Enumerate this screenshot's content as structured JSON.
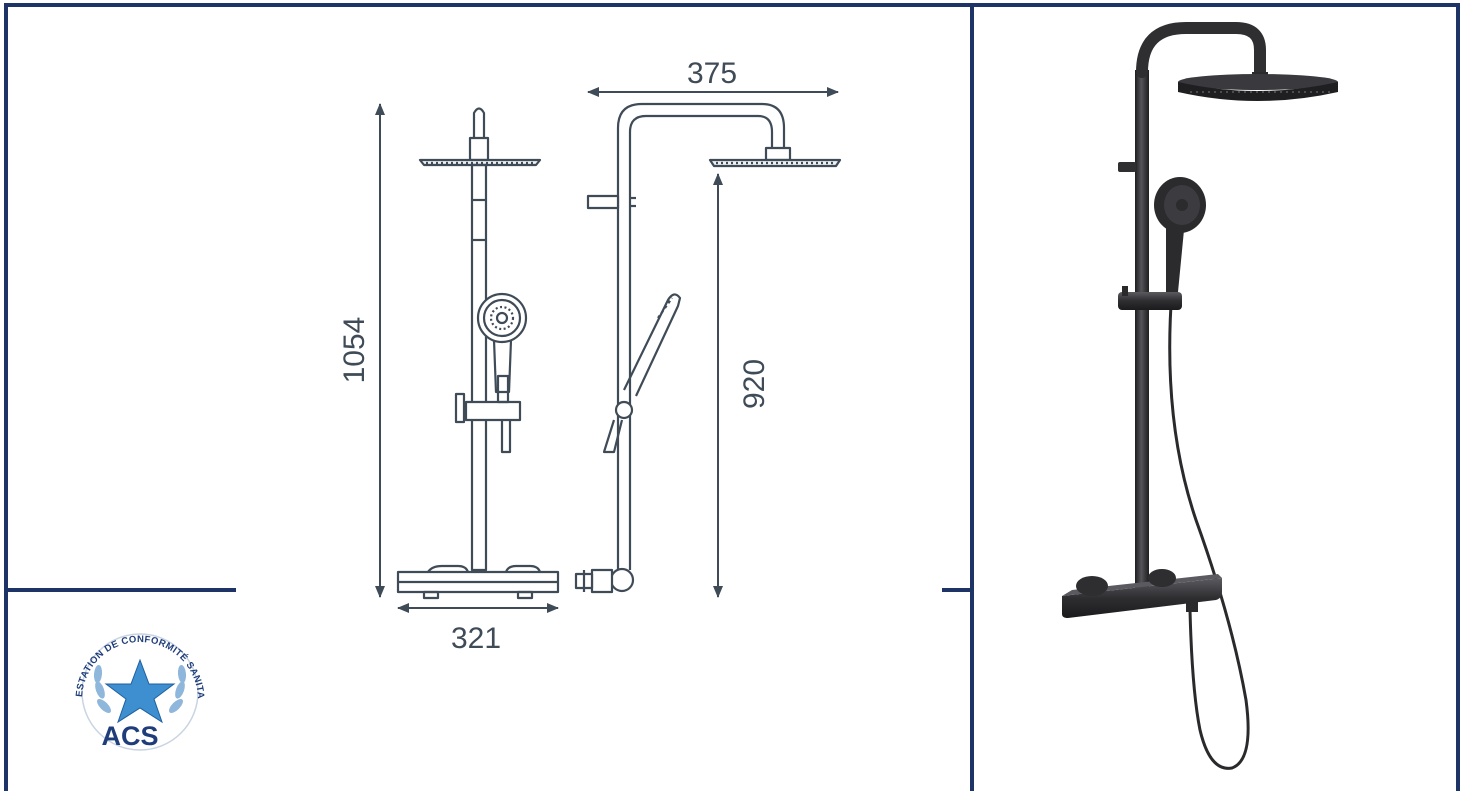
{
  "dimensions": {
    "width_text": "375",
    "height_total": "1054",
    "height_hand": "920",
    "bar_width": "321"
  },
  "badge": {
    "arc_text": "ATTESTATION DE CONFORMITÉ SANITAIRE",
    "acronym": "ACS"
  },
  "colors": {
    "frame": "#1f3466",
    "drawing": "#3f4b57",
    "product": "#2c2c2e",
    "badge_blue": "#1f3d7a",
    "star": "#3d8fcf"
  },
  "icons": {
    "badge_star": "star-icon",
    "badge_laurel": "laurel-icon"
  }
}
